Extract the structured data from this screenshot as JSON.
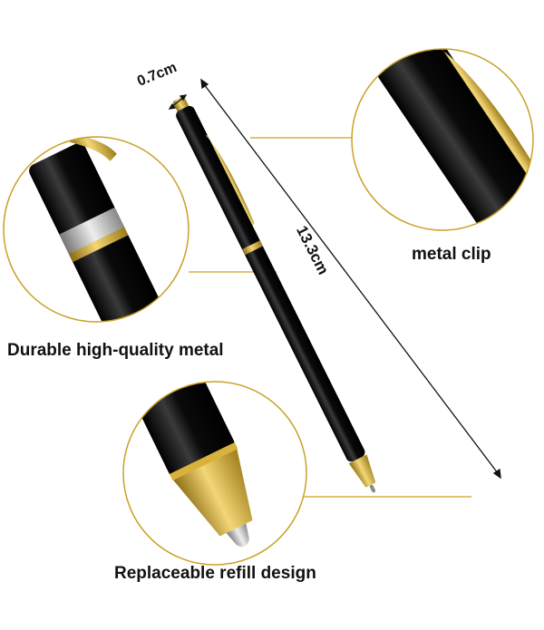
{
  "labels": {
    "durable": "Durable high-quality metal",
    "clip": "metal clip",
    "refill": "Replaceable refill design",
    "diameter": "0.7cm",
    "length": "13.3cm"
  },
  "colors": {
    "gold": "#c9a227",
    "gold_light": "#f1d36b",
    "pen_body": "#0d0d0d",
    "silver": "#c4c4c4",
    "text": "#111111"
  }
}
